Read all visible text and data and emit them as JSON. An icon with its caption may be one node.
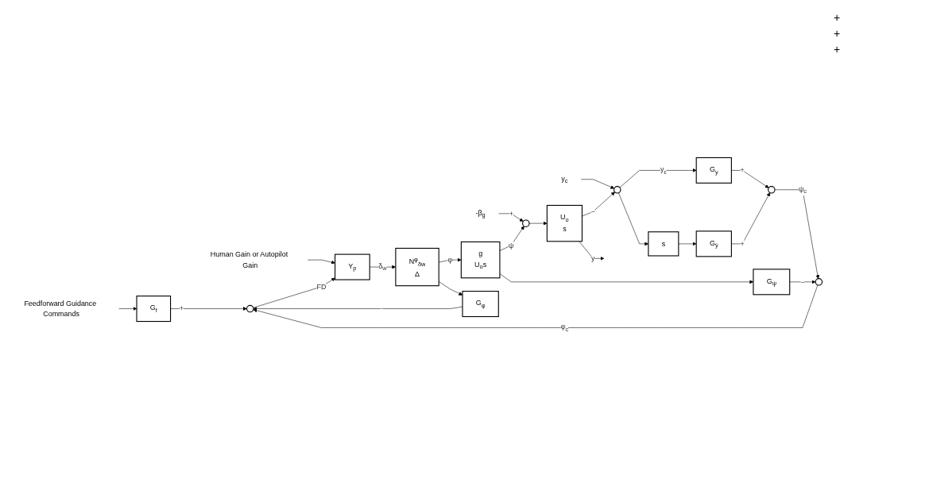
{
  "diagram": {
    "nodes": [
      {
        "text": [
          "Feedforward Guidance Commands"
        ]
      },
      {
        "text": [
          "G$_{f}$"
        ]
      },
      {
        "text": [
          "Human Gain or Autopilot Gain"
        ]
      },
      {
        "text": [
          "-β$_{g}$"
        ]
      },
      {
        "text": [
          "G$_{y}$"
        ]
      },
      {
        "text": [
          "y$_{c}$"
        ]
      },
      {
        "text": [],
        "shape": "circle"
      },
      {
        "text": [],
        "shape": "circle"
      },
      {
        "text": [],
        "shape": "circle"
      },
      {
        "text": [],
        "shape": "circle"
      },
      {
        "text": [
          "Y$_{p}$"
        ]
      },
      {
        "text": [
          "N$^{φ}$$_{δw}$",
          "Δ"
        ]
      },
      {
        "text": [
          "g",
          "U$_{o}$s"
        ]
      },
      {
        "text": [],
        "shape": "circle"
      },
      {
        "text": [
          "U$_{o}$",
          "s"
        ]
      },
      {
        "text": [
          "s"
        ]
      },
      {
        "text": [
          "G$_{ẏ}$"
        ]
      },
      {
        "text": [
          "G$_{φ}$"
        ]
      },
      {
        "text": [
          "G$_{ψ}$"
        ]
      }
    ],
    "edges": [
      {
        "from": 0,
        "to": 1,
        "arrow": "to"
      },
      {
        "from": 1,
        "to": 9,
        "arrow": "to",
        "label": "+"
      },
      {
        "from": 2,
        "to": 10,
        "arrow": "to"
      },
      {
        "from": 3,
        "to": 13,
        "arrow": "to",
        "label": "+"
      },
      {
        "from": 4,
        "to": 7,
        "arrow": "to",
        "label": "+"
      },
      {
        "from": 5,
        "to": 6,
        "arrow": "to"
      },
      {
        "from": 6,
        "to": 4,
        "arrow": "to",
        "label": "y$_{ε}$"
      },
      {
        "from": 6,
        "to": 15,
        "arrow": "to"
      },
      {
        "from": 15,
        "to": 16,
        "arrow": "to"
      },
      {
        "from": 16,
        "to": 7,
        "arrow": "to",
        "label": "+"
      },
      {
        "from": 7,
        "to": 8,
        "arrow": "to",
        "label": "ψ$_{c}$"
      },
      {
        "from": 8,
        "to": 9,
        "arrow": "to",
        "label": "φ$_{c}$"
      },
      {
        "from": 9,
        "to": 10,
        "arrow": "to",
        "label": "FD"
      },
      {
        "from": 10,
        "to": 11,
        "arrow": "to",
        "label": "δ$_{w}$"
      },
      {
        "from": 11,
        "to": 12,
        "arrow": "to",
        "label": "φ"
      },
      {
        "from": 11,
        "to": 17,
        "arrow": "to"
      },
      {
        "from": 17,
        "to": 9,
        "arrow": "to",
        "label": "−"
      },
      {
        "from": 12,
        "to": 13,
        "arrow": "to",
        "label": "ψ"
      },
      {
        "from": 12,
        "to": 18,
        "arrow": "to"
      },
      {
        "from": 18,
        "to": 8,
        "arrow": "to",
        "label": "−"
      },
      {
        "from": 13,
        "to": 14,
        "arrow": "to"
      },
      {
        "from": 14,
        "to": null,
        "arrow": "to",
        "label": "y"
      },
      {
        "from": 14,
        "to": 6,
        "arrow": "to",
        "label": "−"
      }
    ],
    "labels": [
      "+",
      "+",
      "+"
    ]
  }
}
